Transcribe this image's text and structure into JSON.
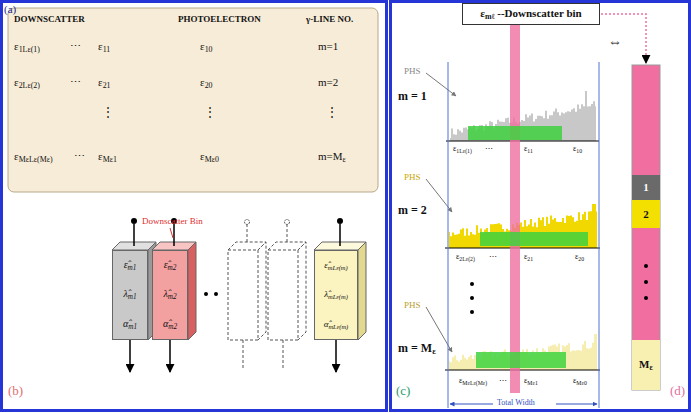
{
  "diagram": {
    "nodes": [
      {
        "text": [
          "ε̂m1",
          "λ̂m1",
          "α̂m1"
        ]
      },
      {
        "text": [
          "ε̂m2",
          "λ̂m2",
          "α̂m2"
        ]
      },
      {
        "text": [
          "ε̂mLε(m)",
          "λ̂mLε(m)",
          "α̂mLε(m)"
        ]
      },
      {
        "text": [
          "εmℓ --Downscatter bin"
        ]
      },
      {
        "text": [
          "1"
        ]
      },
      {
        "text": [
          "2"
        ]
      },
      {
        "text": [
          "Mε"
        ]
      }
    ],
    "labels": [
      "(a)",
      "DOWNSCATTER",
      "PHOTOELECTRON",
      "γ-LINE NO.",
      "ε1Lε(1)",
      "⋯",
      "ε11",
      "ε10",
      "m=1",
      "ε2Lε(2)",
      "⋯",
      "ε21",
      "ε20",
      "m=2",
      "⋮",
      "⋮",
      "⋮",
      "εMεLε(Mε)",
      "⋯",
      "εMε1",
      "εMε0",
      "m=Mε",
      "(b)",
      "Downscatter Bin",
      "⇔",
      "PHS",
      "m = 1",
      "ε1Lε(1)",
      "⋯",
      "ε11",
      "ε10",
      "PHS",
      "m = 2",
      "ε2Lε(2)",
      "⋯",
      "ε21",
      "ε20",
      "PHS",
      "m = Mε",
      "εMεLε(Mε)",
      "⋯",
      "εMε1",
      "εMε0",
      "Total Width",
      "(c)",
      "(d)"
    ]
  }
}
